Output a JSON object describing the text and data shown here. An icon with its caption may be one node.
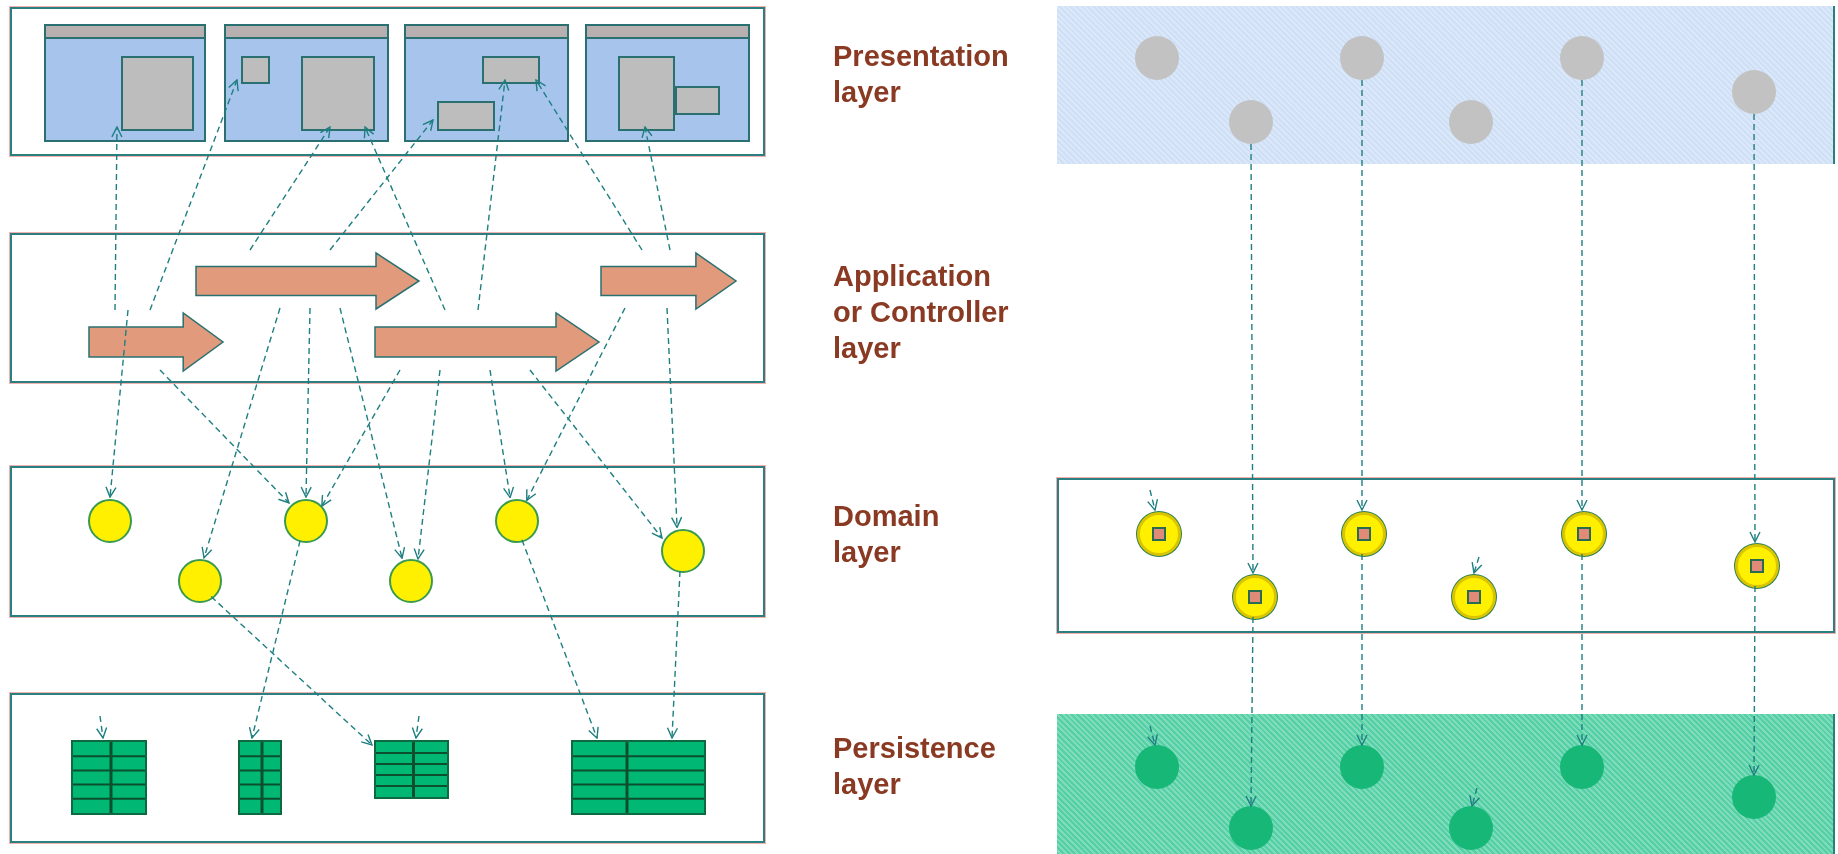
{
  "diagram": {
    "nodes": [
      {
        "text": [],
        "shape": "box"
      },
      {
        "text": [],
        "shape": "window",
        "in": 0
      },
      {
        "text": [],
        "shape": "window",
        "in": 0
      },
      {
        "text": [],
        "shape": "window",
        "in": 0
      },
      {
        "text": [],
        "shape": "window",
        "in": 0
      },
      {
        "text": [],
        "shape": "box",
        "in": 1
      },
      {
        "text": [],
        "shape": "box",
        "in": 2
      },
      {
        "text": [],
        "shape": "box",
        "in": 2
      },
      {
        "text": [],
        "shape": "box",
        "in": 3
      },
      {
        "text": [],
        "shape": "box",
        "in": 3
      },
      {
        "text": [],
        "shape": "box",
        "in": 4
      },
      {
        "text": [],
        "shape": "box",
        "in": 4
      },
      {
        "text": [],
        "shape": "box"
      },
      {
        "text": [],
        "shape": "arrow",
        "in": 12
      },
      {
        "text": [],
        "shape": "arrow",
        "in": 12
      },
      {
        "text": [],
        "shape": "arrow",
        "in": 12
      },
      {
        "text": [],
        "shape": "arrow",
        "in": 12
      },
      {
        "text": [],
        "shape": "box"
      },
      {
        "text": [],
        "shape": "circle",
        "in": 17
      },
      {
        "text": [],
        "shape": "circle",
        "in": 17
      },
      {
        "text": [],
        "shape": "circle",
        "in": 17
      },
      {
        "text": [],
        "shape": "circle",
        "in": 17
      },
      {
        "text": [],
        "shape": "circle",
        "in": 17
      },
      {
        "text": [],
        "shape": "circle",
        "in": 17
      },
      {
        "text": [],
        "shape": "box"
      },
      {
        "text": [],
        "shape": "table",
        "in": 24
      },
      {
        "text": [],
        "shape": "table",
        "in": 24
      },
      {
        "text": [],
        "shape": "table",
        "in": 24
      },
      {
        "text": [],
        "shape": "table",
        "in": 24
      },
      {
        "text": [],
        "shape": "box"
      },
      {
        "text": [],
        "shape": "circle",
        "in": 29
      },
      {
        "text": [],
        "shape": "circle",
        "in": 29
      },
      {
        "text": [],
        "shape": "circle",
        "in": 29
      },
      {
        "text": [],
        "shape": "circle",
        "in": 29
      },
      {
        "text": [],
        "shape": "circle",
        "in": 29
      },
      {
        "text": [],
        "shape": "circle",
        "in": 29
      },
      {
        "text": [],
        "shape": "box"
      },
      {
        "text": [],
        "shape": "circle",
        "in": 36
      },
      {
        "text": [],
        "shape": "circle",
        "in": 36
      },
      {
        "text": [],
        "shape": "circle",
        "in": 36
      },
      {
        "text": [],
        "shape": "circle",
        "in": 36
      },
      {
        "text": [],
        "shape": "circle",
        "in": 36
      },
      {
        "text": [],
        "shape": "circle",
        "in": 36
      },
      {
        "text": [],
        "shape": "box"
      },
      {
        "text": [],
        "shape": "circle",
        "in": 43
      },
      {
        "text": [],
        "shape": "circle",
        "in": 43
      },
      {
        "text": [],
        "shape": "circle",
        "in": 43
      },
      {
        "text": [],
        "shape": "circle",
        "in": 43
      },
      {
        "text": [],
        "shape": "circle",
        "in": 43
      },
      {
        "text": [],
        "shape": "circle",
        "in": 43
      }
    ],
    "edges": [
      {
        "from": 15,
        "to": 5,
        "arrow": "to",
        "style": "dashed"
      },
      {
        "from": 15,
        "to": 18,
        "arrow": "to",
        "style": "dashed"
      },
      {
        "from": 15,
        "to": 6,
        "arrow": "to",
        "style": "dashed"
      },
      {
        "from": 15,
        "to": 20,
        "arrow": "to",
        "style": "dashed"
      },
      {
        "from": 13,
        "to": 7,
        "arrow": "to",
        "style": "dashed"
      },
      {
        "from": 13,
        "to": 9,
        "arrow": "to",
        "style": "dashed"
      },
      {
        "from": 13,
        "to": 20,
        "arrow": "to",
        "style": "dashed"
      },
      {
        "from": 13,
        "to": 19,
        "arrow": "to",
        "style": "dashed"
      },
      {
        "from": 13,
        "to": 21,
        "arrow": "to",
        "style": "dashed"
      },
      {
        "from": 16,
        "to": 7,
        "arrow": "to",
        "style": "dashed"
      },
      {
        "from": 16,
        "to": 22,
        "arrow": "to",
        "style": "dashed"
      },
      {
        "from": 16,
        "to": 8,
        "arrow": "to",
        "style": "dashed"
      },
      {
        "from": 16,
        "to": 20,
        "arrow": "to",
        "style": "dashed"
      },
      {
        "from": 16,
        "to": 21,
        "arrow": "to",
        "style": "dashed"
      },
      {
        "from": 16,
        "to": 23,
        "arrow": "to",
        "style": "dashed"
      },
      {
        "from": 14,
        "to": 8,
        "arrow": "to",
        "style": "dashed"
      },
      {
        "from": 14,
        "to": 10,
        "arrow": "to",
        "style": "dashed"
      },
      {
        "from": 14,
        "to": 23,
        "arrow": "to",
        "style": "dashed"
      },
      {
        "from": 14,
        "to": 22,
        "arrow": "to",
        "style": "dashed"
      },
      {
        "from": 19,
        "to": 27,
        "arrow": "to",
        "style": "dashed"
      },
      {
        "from": 20,
        "to": 26,
        "arrow": "to",
        "style": "dashed"
      },
      {
        "from": 22,
        "to": 28,
        "arrow": "to",
        "style": "dashed"
      },
      {
        "from": 23,
        "to": 28,
        "arrow": "to",
        "style": "dashed"
      },
      {
        "from": null,
        "to": 25,
        "arrow": "to",
        "style": "dashed"
      },
      {
        "from": null,
        "to": 27,
        "arrow": "to",
        "style": "dashed"
      },
      {
        "from": 31,
        "to": 38,
        "arrow": "to",
        "style": "dashed"
      },
      {
        "from": 38,
        "to": 45,
        "arrow": "to",
        "style": "dashed"
      },
      {
        "from": 32,
        "to": 39,
        "arrow": "to",
        "style": "dashed"
      },
      {
        "from": 39,
        "to": 46,
        "arrow": "to",
        "style": "dashed"
      },
      {
        "from": 34,
        "to": 41,
        "arrow": "to",
        "style": "dashed"
      },
      {
        "from": 41,
        "to": 48,
        "arrow": "to",
        "style": "dashed"
      },
      {
        "from": 35,
        "to": 42,
        "arrow": "to",
        "style": "dashed"
      },
      {
        "from": 42,
        "to": 49,
        "arrow": "to",
        "style": "dashed"
      },
      {
        "from": null,
        "to": 37,
        "arrow": "to",
        "style": "dashed"
      },
      {
        "from": null,
        "to": 40,
        "arrow": "to",
        "style": "dashed"
      },
      {
        "from": null,
        "to": 44,
        "arrow": "to",
        "style": "dashed"
      },
      {
        "from": null,
        "to": 47,
        "arrow": "to",
        "style": "dashed"
      }
    ],
    "labels": [
      "Presentation layer",
      "Application or Controller layer",
      "Domain layer",
      "Persistence layer"
    ]
  }
}
